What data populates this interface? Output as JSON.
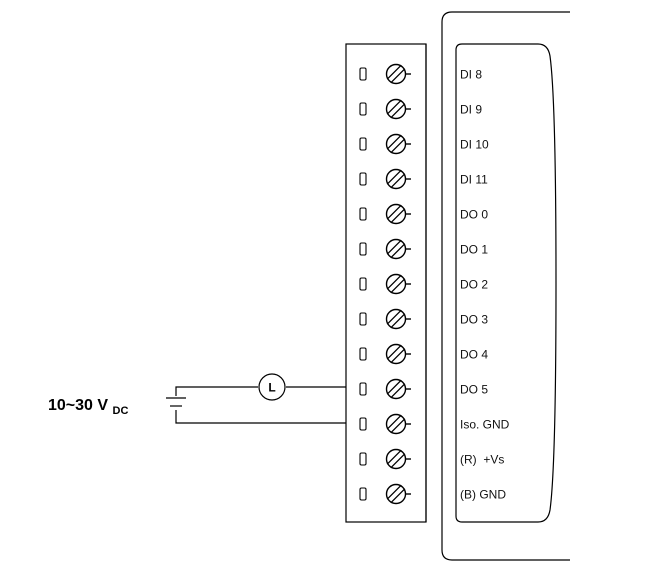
{
  "supply": {
    "main": "10~30 V",
    "subscript": "DC"
  },
  "load": {
    "symbol": "L"
  },
  "terminals": [
    {
      "label": "DI 8"
    },
    {
      "label": "DI 9"
    },
    {
      "label": "DI 10"
    },
    {
      "label": "DI 11"
    },
    {
      "label": "DO 0"
    },
    {
      "label": "DO 1"
    },
    {
      "label": "DO 2"
    },
    {
      "label": "DO 3"
    },
    {
      "label": "DO 4"
    },
    {
      "label": "DO 5"
    },
    {
      "label": "Iso. GND"
    },
    {
      "label": "(R)  +Vs"
    },
    {
      "label": "(B) GND"
    }
  ]
}
